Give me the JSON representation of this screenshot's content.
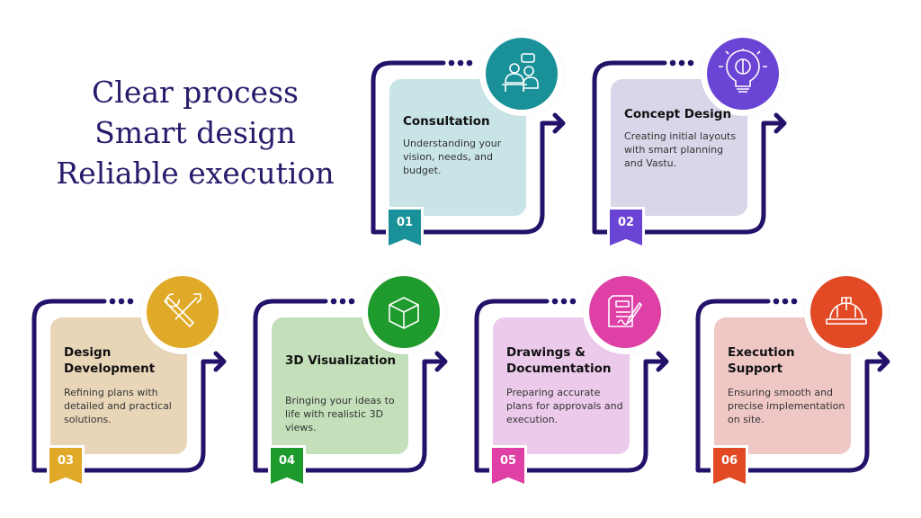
{
  "headline": [
    "Clear process",
    "Smart design",
    "Reliable execution"
  ],
  "outline_color": "#24126a",
  "steps": [
    {
      "number": "01",
      "title": "Consultation",
      "description": "Understanding your vision, needs, and budget.",
      "icon": "consultation-icon",
      "color": "#1a9199",
      "bg": "#c8e4e6"
    },
    {
      "number": "02",
      "title": "Concept Design",
      "description": "Creating initial layouts with smart planning and Vastu.",
      "icon": "lightbulb-brain-icon",
      "color": "#6a44d4",
      "bg": "#dad6ea"
    },
    {
      "number": "03",
      "title": "Design Development",
      "description": "Refining plans with detailed and practical solutions.",
      "icon": "tools-icon",
      "color": "#e0aa28",
      "bg": "#e9d6b8"
    },
    {
      "number": "04",
      "title": "3D Visualization",
      "description": "Bringing your ideas to life with realistic 3D views.",
      "icon": "cube-icon",
      "color": "#1f9a2c",
      "bg": "#c4e0ba"
    },
    {
      "number": "05",
      "title": "Drawings & Documentation",
      "description": "Preparing accurate plans for approvals and execution.",
      "icon": "document-sign-icon",
      "color": "#de40a6",
      "bg": "#eccaeb"
    },
    {
      "number": "06",
      "title": "Execution Support",
      "description": "Ensuring smooth and precise implementation on site.",
      "icon": "hard-hat-icon",
      "color": "#e24a25",
      "bg": "#efc8c6"
    }
  ]
}
